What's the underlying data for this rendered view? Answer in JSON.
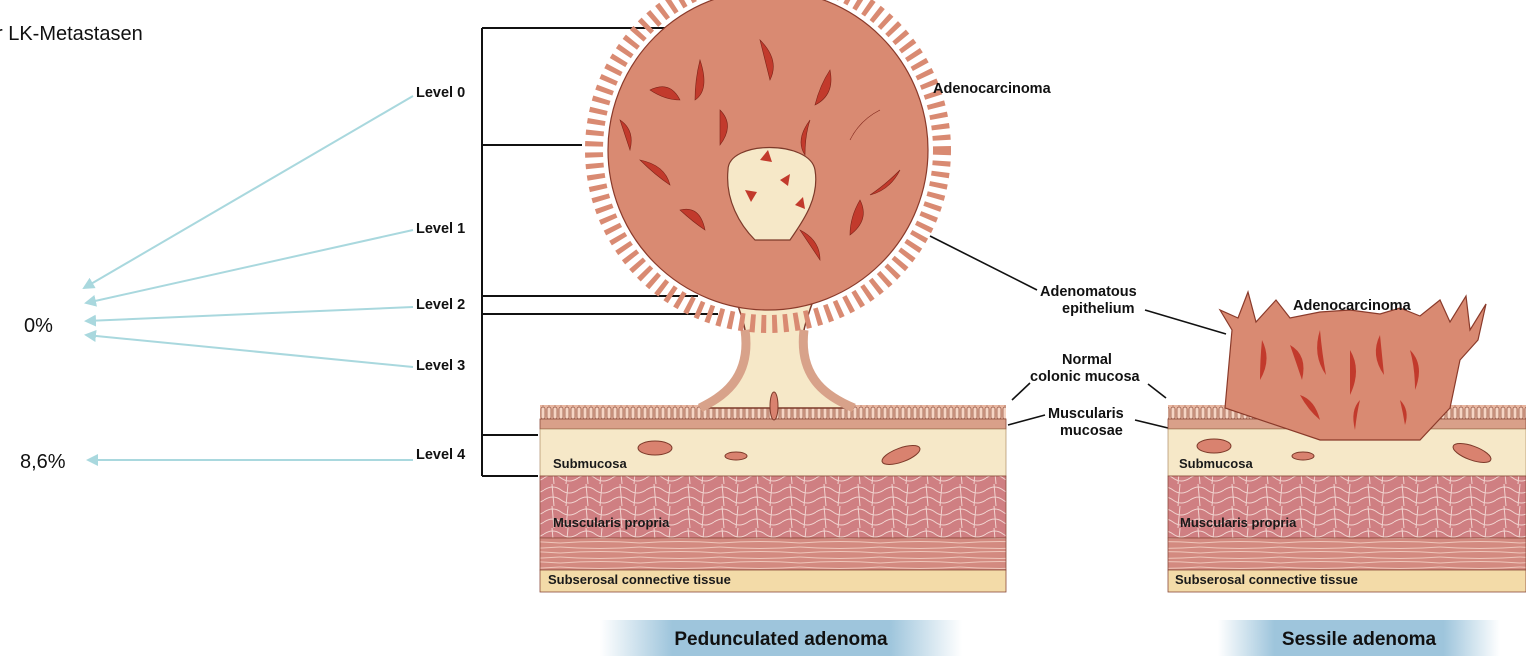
{
  "header_partial": "r LK-Metastasen",
  "risk_labels": {
    "zero_percent": "0%",
    "level4_percent": "8,6%"
  },
  "levels": [
    "Level 0",
    "Level 1",
    "Level 2",
    "Level 3",
    "Level 4"
  ],
  "pedunculated": {
    "adenocarcinoma": "Adenocarcinoma",
    "adenomatous_epithelium": [
      "Adenomatous",
      "epithelium"
    ],
    "normal_mucosa": [
      "Normal",
      "colonic mucosa"
    ],
    "muscularis_mucosae": [
      "Muscularis",
      "mucosae"
    ],
    "submucosa": "Submucosa",
    "muscularis_propria": "Muscularis propria",
    "subserosal": "Subserosal connective tissue",
    "caption": "Pedunculated adenoma"
  },
  "sessile": {
    "adenocarcinoma": "Adenocarcinoma",
    "submucosa": "Submucosa",
    "muscularis_propria": "Muscularis propria",
    "subserosal": "Subserosal connective tissue",
    "caption": "Sessile adenoma"
  },
  "colors": {
    "arrow": "#a9d8de",
    "tumor": "#d98a72",
    "tumor_dark": "#c23a2c",
    "submucosa": "#f6e8c8",
    "muscle": "#c9767c",
    "banner": "#9ec5dc"
  }
}
